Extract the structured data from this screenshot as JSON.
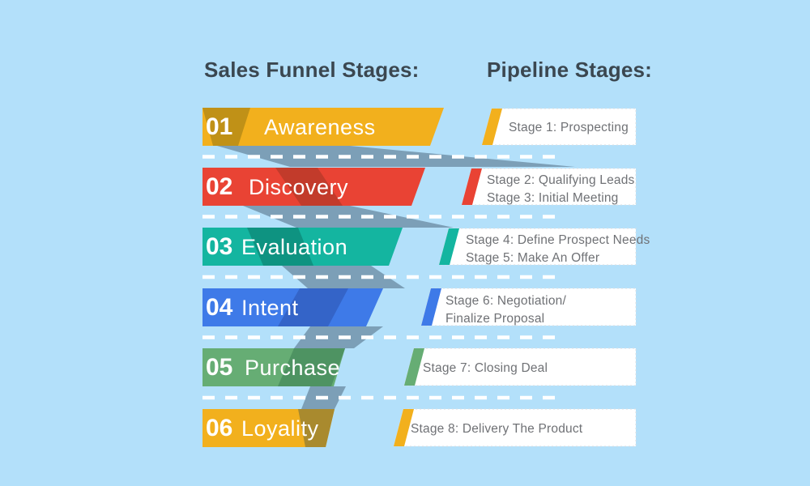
{
  "colors": {
    "background": "#B3E0FA",
    "shadow": "#7C9FB7",
    "title_text": "#3B4750",
    "box_text": "#6F7175",
    "box_border": "#D9DEE2",
    "dash_line": "#FFFFFF"
  },
  "header": {
    "funnel_title": "Sales Funnel Stages:",
    "pipeline_title": "Pipeline Stages:"
  },
  "funnel": {
    "stages": [
      {
        "number": "01",
        "label": "Awareness",
        "color": "#F2B01D",
        "shade": "#C09117"
      },
      {
        "number": "02",
        "label": "Discovery",
        "color": "#E94334",
        "shade": "#C23B2B"
      },
      {
        "number": "03",
        "label": "Evaluation",
        "color": "#14B5A0",
        "shade": "#0E9381"
      },
      {
        "number": "04",
        "label": "Intent",
        "color": "#3E7AE8",
        "shade": "#3464C8"
      },
      {
        "number": "05",
        "label": "Purchase",
        "color": "#66AD74",
        "shade": "#4E9362"
      },
      {
        "number": "06",
        "label": "Loyality",
        "color": "#F2B01D",
        "shade": "#A98A2E"
      }
    ]
  },
  "pipeline": {
    "boxes": [
      {
        "color": "#F2B01D",
        "lines": [
          "Stage 1: Prospecting"
        ]
      },
      {
        "color": "#E94334",
        "lines": [
          "Stage 2: Qualifying Leads",
          "Stage 3: Initial Meeting"
        ]
      },
      {
        "color": "#14B5A0",
        "lines": [
          "Stage 4: Define Prospect Needs",
          "Stage 5: Make An Offer"
        ]
      },
      {
        "color": "#3E7AE8",
        "lines": [
          "Stage 6: Negotiation/",
          "Finalize Proposal"
        ]
      },
      {
        "color": "#66AD74",
        "lines": [
          "Stage 7: Closing Deal"
        ]
      },
      {
        "color": "#F2B01D",
        "lines": [
          "Stage 8: Delivery The Product"
        ]
      }
    ]
  }
}
